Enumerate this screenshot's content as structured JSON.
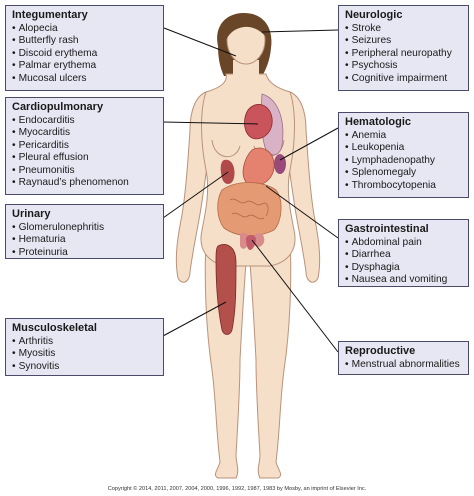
{
  "boxes": {
    "integumentary": {
      "title": "Integumentary",
      "items": [
        "Alopecia",
        "Butterfly rash",
        "Discoid erythema",
        "Palmar erythema",
        "Mucosal ulcers"
      ]
    },
    "cardiopulmonary": {
      "title": "Cardiopulmonary",
      "items": [
        "Endocarditis",
        "Myocarditis",
        "Pericarditis",
        "Pleural effusion",
        "Pneumonitis",
        "Raynaud’s phenomenon"
      ]
    },
    "urinary": {
      "title": "Urinary",
      "items": [
        "Glomerulonephritis",
        "Hematuria",
        "Proteinuria"
      ]
    },
    "musculoskeletal": {
      "title": "Musculoskeletal",
      "items": [
        "Arthritis",
        "Myositis",
        "Synovitis"
      ]
    },
    "neurologic": {
      "title": "Neurologic",
      "items": [
        "Stroke",
        "Seizures",
        "Peripheral neuropathy",
        "Psychosis",
        "Cognitive impairment"
      ]
    },
    "hematologic": {
      "title": "Hematologic",
      "items": [
        "Anemia",
        "Leukopenia",
        "Lymphadenopathy",
        "Splenomegaly",
        "Thrombocytopenia"
      ]
    },
    "gastrointestinal": {
      "title": "Gastrointestinal",
      "items": [
        "Abdominal pain",
        "Diarrhea",
        "Dysphagia",
        "Nausea and vomiting"
      ]
    },
    "reproductive": {
      "title": "Reproductive",
      "items": [
        "Menstrual abnormalities"
      ]
    }
  },
  "copyright": "Copyright © 2014, 2011, 2007, 2004, 2000, 1996, 1992, 1987, 1983 by Mosby, an imprint of Elsevier Inc.",
  "colors": {
    "box_fill": "#e7e7f4",
    "box_border": "#4a4a6a",
    "skin": "#f6dfc8",
    "skin_outline": "#b9927a",
    "hair": "#6a4628",
    "heart": "#c9545c",
    "lungs": "#d9b2c6",
    "stomach": "#e5826f",
    "intestines": "#e49b74",
    "muscle": "#b3504c"
  }
}
